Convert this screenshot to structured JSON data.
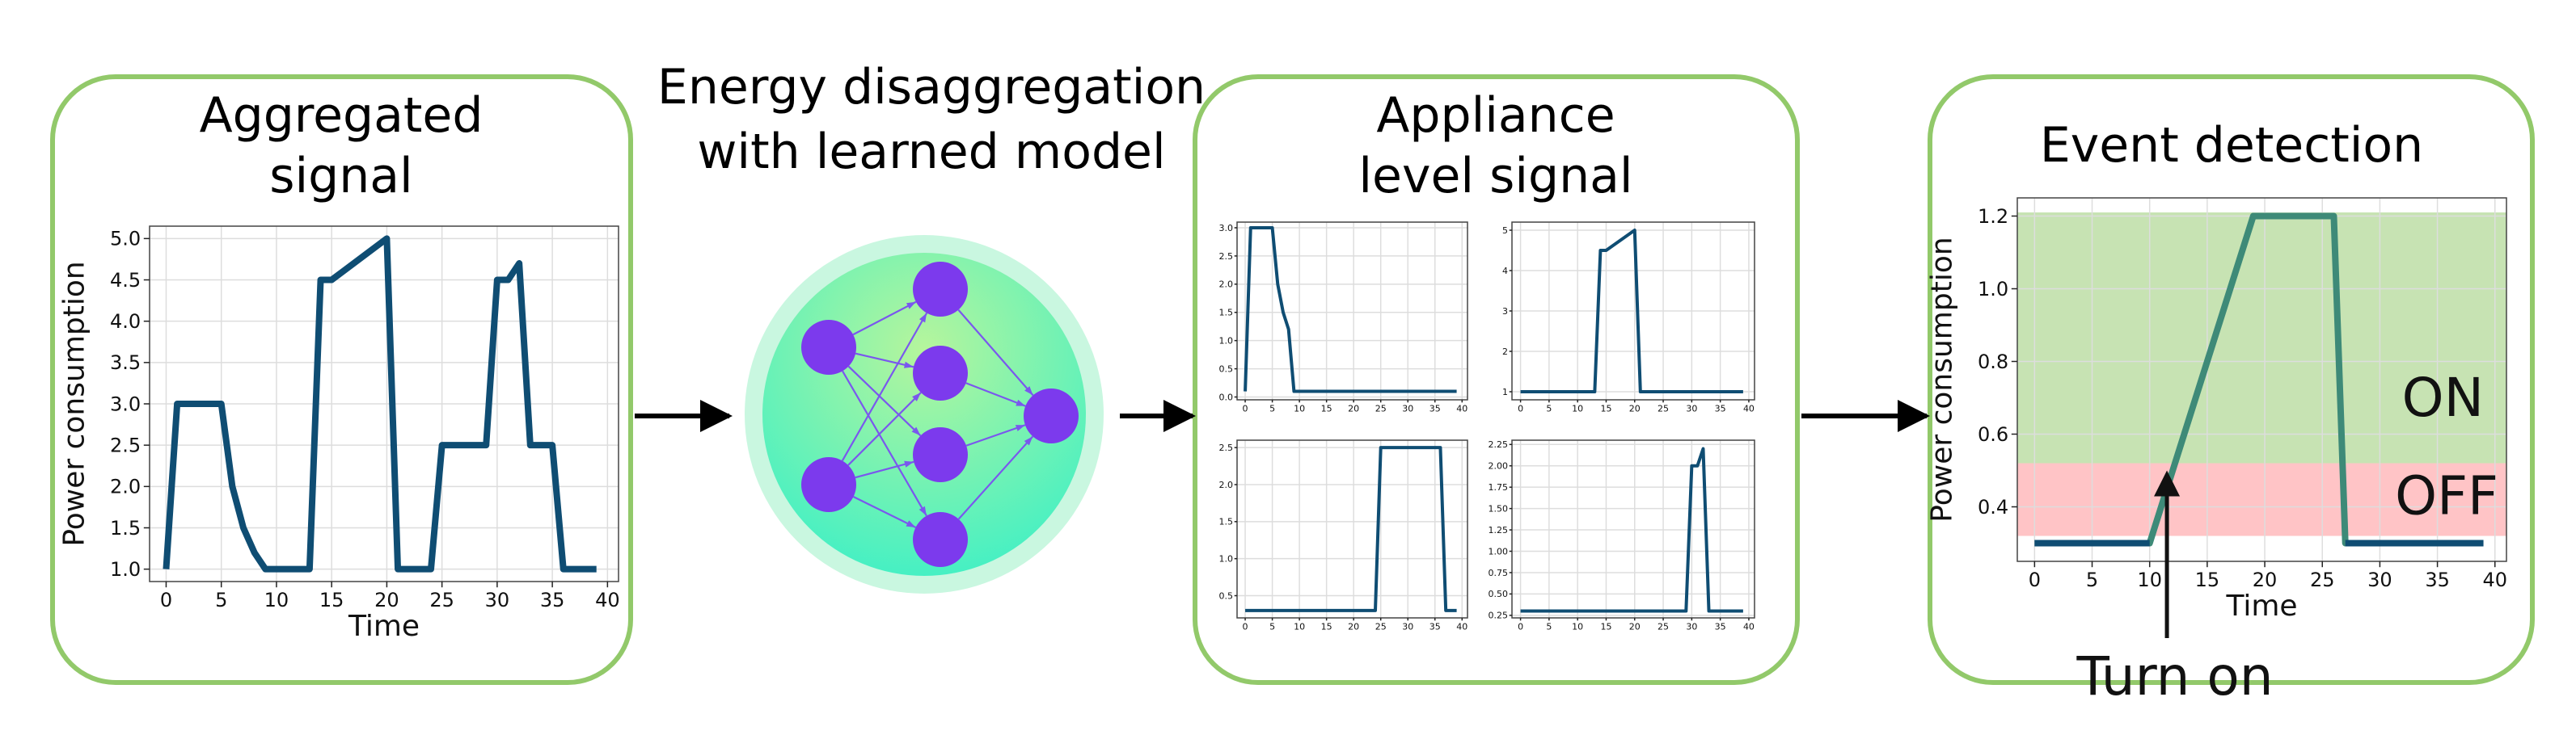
{
  "colors": {
    "panel_border": "#92c96a",
    "line": "#0f4d73",
    "line_event": "#3e8a78",
    "arrow": "#000000",
    "grid": "#dddddd",
    "node": "#7c3aed",
    "node_edge": "#7a57ee",
    "nn_bg_outer": "#c9f7e0",
    "nn_bg_top": "#b6f59c",
    "nn_bg_bottom": "#3ef0c6",
    "on_region": "#c7e3b3",
    "off_region": "#ffc4c6"
  },
  "panels": {
    "aggregated": {
      "title_line1": "Aggregated",
      "title_line2": "signal"
    },
    "model": {
      "title_line1": "Energy disaggregation",
      "title_line2": "with learned model"
    },
    "appliance": {
      "title_line1": "Appliance",
      "title_line2": "level signal"
    },
    "event": {
      "title": "Event detection"
    }
  },
  "chart_data": [
    {
      "id": "aggregated",
      "type": "line",
      "xlabel": "Time",
      "ylabel": "Power consumption",
      "xlim": [
        -1.5,
        41
      ],
      "ylim": [
        0.85,
        5.15
      ],
      "xticks": [
        0,
        5,
        10,
        15,
        20,
        25,
        30,
        35,
        40
      ],
      "yticks": [
        1.0,
        1.5,
        2.0,
        2.5,
        3.0,
        3.5,
        4.0,
        4.5,
        5.0
      ],
      "ytick_decimals": 1,
      "grid": true,
      "series": [
        {
          "x": [
            0,
            1,
            2,
            3,
            4,
            5,
            6,
            7,
            8,
            9,
            10,
            11,
            12,
            13,
            14,
            15,
            16,
            17,
            18,
            19,
            20,
            21,
            22,
            23,
            24,
            25,
            26,
            27,
            28,
            29,
            30,
            31,
            32,
            33,
            34,
            35,
            36,
            37,
            38,
            39
          ],
          "y": [
            1.0,
            3.0,
            3.0,
            3.0,
            3.0,
            3.0,
            2.0,
            1.5,
            1.2,
            1.0,
            1.0,
            1.0,
            1.0,
            1.0,
            4.5,
            4.5,
            4.6,
            4.7,
            4.8,
            4.9,
            5.0,
            1.0,
            1.0,
            1.0,
            1.0,
            2.5,
            2.5,
            2.5,
            2.5,
            2.5,
            4.5,
            4.5,
            4.7,
            2.5,
            2.5,
            2.5,
            1.0,
            1.0,
            1.0,
            1.0
          ]
        }
      ]
    },
    {
      "id": "appliance-1",
      "type": "line",
      "xlim": [
        -1.5,
        41
      ],
      "ylim": [
        -0.05,
        3.1
      ],
      "xticks": [
        0,
        5,
        10,
        15,
        20,
        25,
        30,
        35,
        40
      ],
      "yticks": [
        0.0,
        0.5,
        1.0,
        1.5,
        2.0,
        2.5,
        3.0
      ],
      "ytick_decimals": 1,
      "grid": true,
      "series": [
        {
          "x": [
            0,
            1,
            2,
            3,
            4,
            5,
            6,
            7,
            8,
            9,
            10,
            39
          ],
          "y": [
            0.1,
            3.0,
            3.0,
            3.0,
            3.0,
            3.0,
            2.0,
            1.5,
            1.2,
            0.1,
            0.1,
            0.1
          ]
        }
      ]
    },
    {
      "id": "appliance-2",
      "type": "line",
      "xlim": [
        -1.5,
        41
      ],
      "ylim": [
        0.8,
        5.2
      ],
      "xticks": [
        0,
        5,
        10,
        15,
        20,
        25,
        30,
        35,
        40
      ],
      "yticks": [
        1,
        2,
        3,
        4,
        5
      ],
      "ytick_decimals": 0,
      "grid": true,
      "series": [
        {
          "x": [
            0,
            13,
            14,
            15,
            16,
            17,
            18,
            19,
            20,
            21,
            22,
            39
          ],
          "y": [
            1.0,
            1.0,
            4.5,
            4.5,
            4.6,
            4.7,
            4.8,
            4.9,
            5.0,
            1.0,
            1.0,
            1.0
          ]
        }
      ]
    },
    {
      "id": "appliance-3",
      "type": "line",
      "xlim": [
        -1.5,
        41
      ],
      "ylim": [
        0.2,
        2.6
      ],
      "xticks": [
        0,
        5,
        10,
        15,
        20,
        25,
        30,
        35,
        40
      ],
      "yticks": [
        0.5,
        1.0,
        1.5,
        2.0,
        2.5
      ],
      "ytick_decimals": 1,
      "grid": true,
      "series": [
        {
          "x": [
            0,
            24,
            25,
            26,
            27,
            28,
            29,
            30,
            31,
            32,
            33,
            34,
            35,
            36,
            37,
            38,
            39
          ],
          "y": [
            0.3,
            0.3,
            2.5,
            2.5,
            2.5,
            2.5,
            2.5,
            2.5,
            2.5,
            2.5,
            2.5,
            2.5,
            2.5,
            2.5,
            0.3,
            0.3,
            0.3
          ]
        }
      ]
    },
    {
      "id": "appliance-4",
      "type": "line",
      "xlim": [
        -1.5,
        41
      ],
      "ylim": [
        0.22,
        2.3
      ],
      "xticks": [
        0,
        5,
        10,
        15,
        20,
        25,
        30,
        35,
        40
      ],
      "yticks": [
        0.25,
        0.5,
        0.75,
        1.0,
        1.25,
        1.5,
        1.75,
        2.0,
        2.25
      ],
      "ytick_decimals": 2,
      "grid": true,
      "series": [
        {
          "x": [
            0,
            29,
            30,
            31,
            32,
            33,
            34,
            39
          ],
          "y": [
            0.3,
            0.3,
            2.0,
            2.0,
            2.2,
            0.3,
            0.3,
            0.3
          ]
        }
      ]
    },
    {
      "id": "event",
      "type": "line",
      "xlabel": "Time",
      "ylabel": "Power consumption",
      "xlim": [
        -1.5,
        41
      ],
      "ylim": [
        0.25,
        1.25
      ],
      "xticks": [
        0,
        5,
        10,
        15,
        20,
        25,
        30,
        35,
        40
      ],
      "yticks": [
        0.4,
        0.6,
        0.8,
        1.0,
        1.2
      ],
      "ytick_decimals": 1,
      "grid": true,
      "threshold": 0.52,
      "region_ylim": [
        0.32,
        1.21
      ],
      "on_label": "ON",
      "off_label": "OFF",
      "annotation": {
        "text": "Turn on",
        "x": 11.5,
        "y": 0.5
      },
      "series": [
        {
          "x": [
            0,
            10,
            19,
            26,
            27,
            39
          ],
          "y": [
            0.3,
            0.3,
            1.2,
            1.2,
            0.3,
            0.3
          ]
        }
      ]
    }
  ]
}
